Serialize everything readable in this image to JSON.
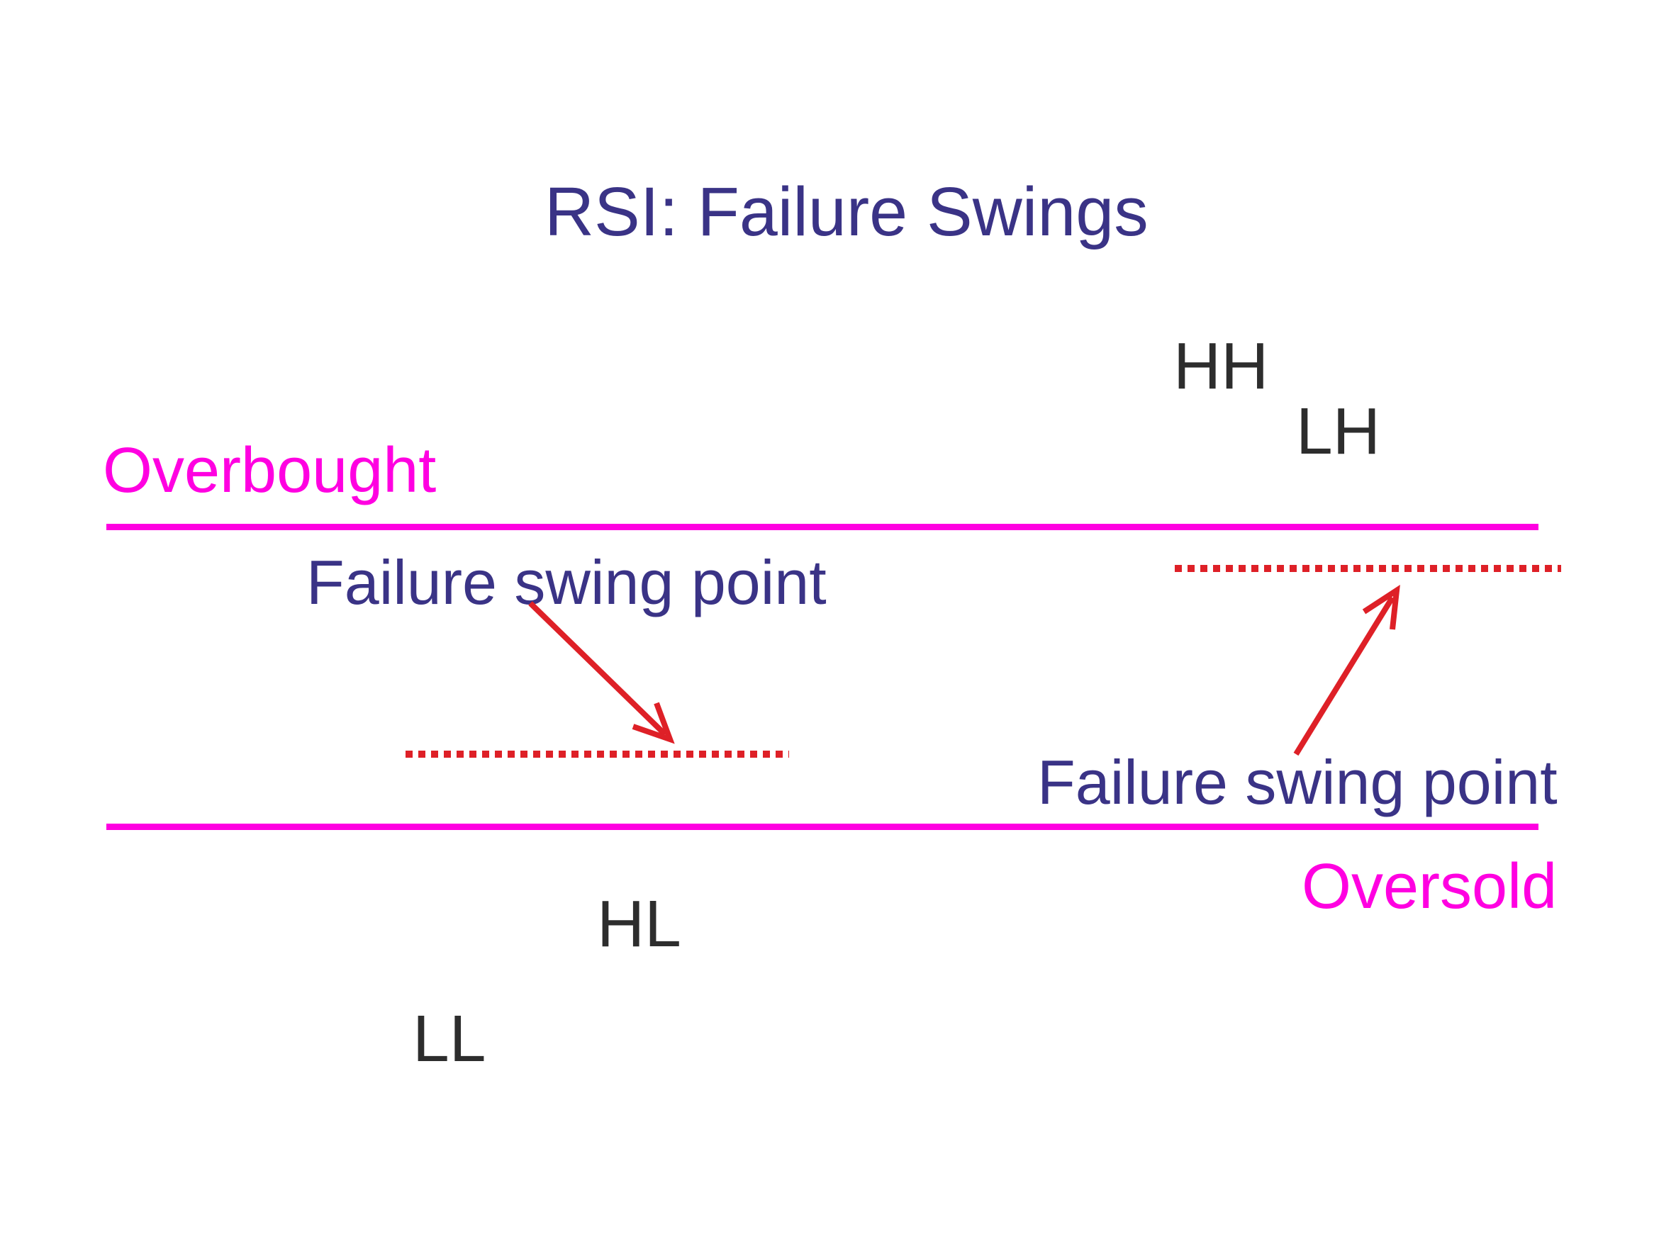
{
  "slide": {
    "title": "RSI: Failure Swings",
    "levels": {
      "overbought": "Overbought",
      "oversold": "Oversold"
    },
    "swing_labels": {
      "hh": "HH",
      "lh": "LH",
      "hl": "HL",
      "ll": "LL"
    },
    "annotations": {
      "left": "Failure swing point",
      "right": "Failure swing point"
    }
  },
  "colors": {
    "background": "#FFFFFF",
    "title": "#3A3386",
    "magenta": "#FF00E1",
    "red": "#DE2027",
    "dark": "#2D2D2D"
  }
}
